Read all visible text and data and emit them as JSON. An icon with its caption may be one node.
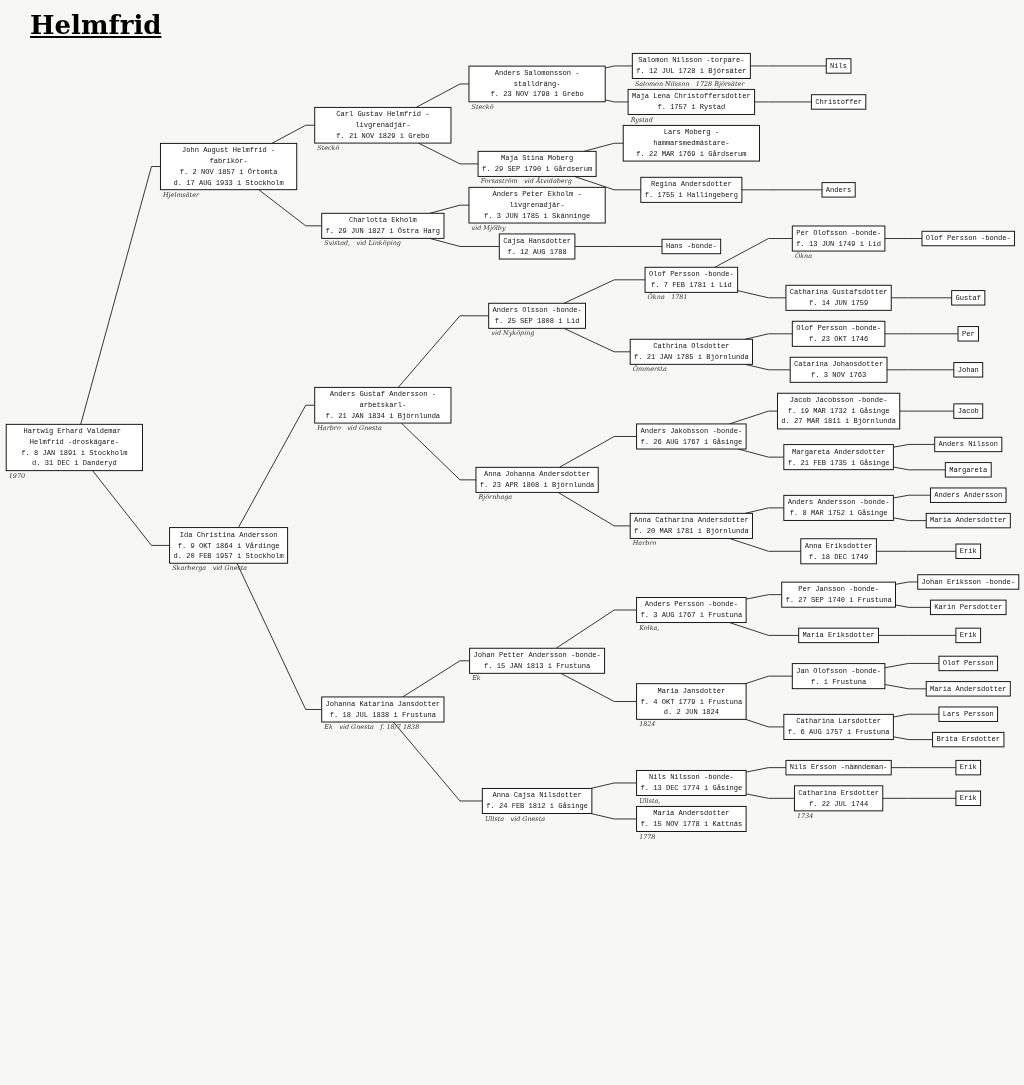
{
  "diagram": {
    "title": "Helmfrid",
    "nodes": [
      {
        "text": [
          "Hartwig Erhard Valdemar Helmfrid -droskägare-",
          "f. 8 JAN 1891 i Stockholm",
          "d. 31 DEC i Danderyd"
        ],
        "beside": [
          "1970"
        ]
      },
      {
        "text": [
          "John August Helmfrid -fabrikör-",
          "f. 2 NOV 1857 i Örtomta",
          "d. 17 AUG 1933 i Stockholm"
        ],
        "beside": [
          "Hjelmsäter"
        ]
      },
      {
        "text": [
          "Carl Gustav Helmfrid -livgrenadjär-",
          "f. 21 NOV 1829 i Grebo"
        ],
        "beside": [
          "Steckö"
        ]
      },
      {
        "text": [
          "Anders Salomonsson -stalldräng-",
          "f. 23 NOV 1798 i Grebo"
        ],
        "beside": [
          "Steckö"
        ]
      },
      {
        "text": [
          "Salomon Nilsson -torpare-",
          "f. 12 JUL 1728 i Björsäter"
        ],
        "beside": [
          "Salomon Nilsson",
          "1728 Björsäter"
        ]
      },
      {
        "text": [
          "Nils"
        ]
      },
      {
        "text": [
          "Maja Lena Christoffersdotter",
          "f. 1757 i Rystad"
        ],
        "beside": [
          "Rystad"
        ]
      },
      {
        "text": [
          "Christoffer"
        ]
      },
      {
        "text": [
          "Maja Stina Moberg",
          "f. 29 SEP 1790 i Gårdserum"
        ],
        "beside": [
          "Forsaström",
          "vid Åtvidaberg"
        ]
      },
      {
        "text": [
          "Lars Moberg -hammarsmedmästare-",
          "f. 22 MAR 1769 i Gårdserum"
        ]
      },
      {
        "text": [
          "Regina Andersdotter",
          "f. 1755 i Hallingeberg"
        ]
      },
      {
        "text": [
          "Anders"
        ]
      },
      {
        "text": [
          "Charlotta Ekholm",
          "f. 29 JUN 1827 i Östra Harg"
        ],
        "beside": [
          "Svistad,",
          "vid Linköping"
        ]
      },
      {
        "text": [
          "Anders Peter Ekholm -livgrenadjär-",
          "f. 3 JUN 1785 i Skänninge"
        ],
        "beside": [
          "vid Mjölby"
        ]
      },
      {
        "text": [
          "Cajsa Hansdotter",
          "f. 12 AUG 1788"
        ]
      },
      {
        "text": [
          "Hans -bonde-"
        ]
      },
      {
        "text": [
          "Ida Christina Andersson",
          "f. 9 OKT 1864 i Vårdinge",
          "d. 20 FEB 1957 i Stockholm"
        ],
        "beside": [
          "Skarberga",
          "vid Gnesta"
        ]
      },
      {
        "text": [
          "Anders Gustaf Andersson -arbetskarl-",
          "f. 21 JAN 1834 i Björnlunda"
        ],
        "beside": [
          "Harbro",
          "vid Gnesta"
        ]
      },
      {
        "text": [
          "Anders Olsson -bonde-",
          "f. 25 SEP 1808 i Lid"
        ],
        "beside": [
          "vid Nyköping"
        ]
      },
      {
        "text": [
          "Olof Persson -bonde-",
          "f. 7 FEB 1781 i Lid"
        ],
        "beside": [
          "Ökna",
          "1781"
        ]
      },
      {
        "text": [
          "Per Olofsson -bonde-",
          "f. 13 JUN 1749 i Lid"
        ],
        "beside": [
          "Ökna"
        ]
      },
      {
        "text": [
          "Olof Persson -bonde-"
        ]
      },
      {
        "text": [
          "Catharina Gustafsdotter",
          "f. 14 JUN 1759"
        ]
      },
      {
        "text": [
          "Gustaf"
        ]
      },
      {
        "text": [
          "Cathrina Olsdotter",
          "f. 21 JAN 1785 i Björnlunda"
        ],
        "beside": [
          "Ömmersta"
        ]
      },
      {
        "text": [
          "Olof Persson -bonde-",
          "f. 23 OKT 1746"
        ]
      },
      {
        "text": [
          "Per"
        ]
      },
      {
        "text": [
          "Catarina Johansdotter",
          "f. 3 NOV 1763"
        ]
      },
      {
        "text": [
          "Johan"
        ]
      },
      {
        "text": [
          "Anna Johanna Andersdotter",
          "f. 23 APR 1808 i Björnlunda"
        ],
        "beside": [
          "Björnhaga"
        ]
      },
      {
        "text": [
          "Anders Jakobsson -bonde-",
          "f. 26 AUG 1767 i Gåsinge"
        ]
      },
      {
        "text": [
          "Jacob Jacobsson -bonde-",
          "f. 19 MAR 1732 i Gåsinge",
          "d. 27 MAR 1811 i Björnlunda"
        ]
      },
      {
        "text": [
          "Jacob"
        ]
      },
      {
        "text": [
          "Margareta Andersdotter",
          "f. 21 FEB 1735 i Gåsinge"
        ]
      },
      {
        "text": [
          "Anders Nilsson"
        ]
      },
      {
        "text": [
          "Margareta"
        ]
      },
      {
        "text": [
          "Anna Catharina Andersdotter",
          "f. 20 MAR 1781 i Björnlunda"
        ],
        "beside": [
          "Harbro"
        ]
      },
      {
        "text": [
          "Anders Andersson -bonde-",
          "f. 8 MAR 1752 i Gåsinge"
        ]
      },
      {
        "text": [
          "Anders Andersson"
        ]
      },
      {
        "text": [
          "Maria Andersdotter"
        ]
      },
      {
        "text": [
          "Anna Eriksdotter",
          "f. 18 DEC 1749"
        ]
      },
      {
        "text": [
          "Erik"
        ]
      },
      {
        "text": [
          "Johanna Katarina Jansdotter",
          "f. 18 JUL 1838 i Frustuna"
        ],
        "beside": [
          "Ek",
          "vid Gnesta",
          "f. 18/7 1838"
        ]
      },
      {
        "text": [
          "Johan Petter Andersson -bonde-",
          "f. 15 JAN 1813 i Frustuna"
        ],
        "beside": [
          "Ek"
        ]
      },
      {
        "text": [
          "Anders Persson -bonde-",
          "f. 3 AUG 1767 i Frustuna"
        ],
        "beside": [
          "Kolka,"
        ]
      },
      {
        "text": [
          "Per Jansson -bonde-",
          "f. 27 SEP 1740 i Frustuna"
        ]
      },
      {
        "text": [
          "Johan Eriksson -bonde-"
        ]
      },
      {
        "text": [
          "Karin Persdotter"
        ]
      },
      {
        "text": [
          "Maria Eriksdotter"
        ]
      },
      {
        "text": [
          "Erik"
        ]
      },
      {
        "text": [
          "Maria Jansdotter",
          "f. 4 OKT 1779 i Frustuna",
          "d. 2 JUN 1824"
        ],
        "beside": [
          "1824"
        ]
      },
      {
        "text": [
          "Jan Olofsson -bonde-",
          "f. i Frustuna"
        ]
      },
      {
        "text": [
          "Olof Persson"
        ]
      },
      {
        "text": [
          "Maria Andersdotter"
        ]
      },
      {
        "text": [
          "Catharina Larsdotter",
          "f. 6 AUG 1757 i Frustuna"
        ]
      },
      {
        "text": [
          "Lars Persson"
        ]
      },
      {
        "text": [
          "Brita Ersdotter"
        ]
      },
      {
        "text": [
          "Anna Cajsa Nilsdotter",
          "f. 24 FEB 1812 i Gåsinge"
        ],
        "beside": [
          "Ullsta",
          "vid Gnesta"
        ]
      },
      {
        "text": [
          "Nils Nilsson -bonde-",
          "f. 13 DEC 1774 i Gåsinge"
        ],
        "beside": [
          "Ullsta,"
        ]
      },
      {
        "text": [
          "Nils Ersson -nämndeman-"
        ]
      },
      {
        "text": [
          "Erik"
        ]
      },
      {
        "text": [
          "Catharina Ersdotter",
          "f. 22 JUL 1744"
        ],
        "beside": [
          "1734"
        ]
      },
      {
        "text": [
          "Erik"
        ]
      },
      {
        "text": [
          "Maria Andersdotter",
          "f. 15 NOV 1778 i Kattnäs"
        ],
        "beside": [
          "1778"
        ]
      }
    ],
    "edges": [
      {
        "from": 0,
        "to": 1,
        "arrow": "none"
      },
      {
        "from": 0,
        "to": 16,
        "arrow": "none"
      },
      {
        "from": 1,
        "to": 2,
        "arrow": "none"
      },
      {
        "from": 1,
        "to": 12,
        "arrow": "none"
      },
      {
        "from": 2,
        "to": 3,
        "arrow": "none"
      },
      {
        "from": 2,
        "to": 8,
        "arrow": "none"
      },
      {
        "from": 3,
        "to": 4,
        "arrow": "none"
      },
      {
        "from": 3,
        "to": 6,
        "arrow": "none"
      },
      {
        "from": 4,
        "to": 5,
        "arrow": "none"
      },
      {
        "from": 6,
        "to": 7,
        "arrow": "none"
      },
      {
        "from": 8,
        "to": 9,
        "arrow": "none"
      },
      {
        "from": 8,
        "to": 10,
        "arrow": "none"
      },
      {
        "from": 10,
        "to": 11,
        "arrow": "none"
      },
      {
        "from": 12,
        "to": 13,
        "arrow": "none"
      },
      {
        "from": 12,
        "to": 14,
        "arrow": "none"
      },
      {
        "from": 14,
        "to": 15,
        "arrow": "none"
      },
      {
        "from": 16,
        "to": 17,
        "arrow": "none"
      },
      {
        "from": 16,
        "to": 42,
        "arrow": "none"
      },
      {
        "from": 17,
        "to": 18,
        "arrow": "none"
      },
      {
        "from": 17,
        "to": 29,
        "arrow": "none"
      },
      {
        "from": 18,
        "to": 19,
        "arrow": "none"
      },
      {
        "from": 18,
        "to": 24,
        "arrow": "none"
      },
      {
        "from": 19,
        "to": 20,
        "arrow": "none"
      },
      {
        "from": 19,
        "to": 22,
        "arrow": "none"
      },
      {
        "from": 20,
        "to": 21,
        "arrow": "none"
      },
      {
        "from": 22,
        "to": 23,
        "arrow": "none"
      },
      {
        "from": 24,
        "to": 25,
        "arrow": "none"
      },
      {
        "from": 24,
        "to": 27,
        "arrow": "none"
      },
      {
        "from": 25,
        "to": 26,
        "arrow": "none"
      },
      {
        "from": 27,
        "to": 28,
        "arrow": "none"
      },
      {
        "from": 29,
        "to": 30,
        "arrow": "none"
      },
      {
        "from": 29,
        "to": 36,
        "arrow": "none"
      },
      {
        "from": 30,
        "to": 31,
        "arrow": "none"
      },
      {
        "from": 30,
        "to": 33,
        "arrow": "none"
      },
      {
        "from": 31,
        "to": 32,
        "arrow": "none"
      },
      {
        "from": 33,
        "to": 34,
        "arrow": "none"
      },
      {
        "from": 33,
        "to": 35,
        "arrow": "none"
      },
      {
        "from": 36,
        "to": 37,
        "arrow": "none"
      },
      {
        "from": 36,
        "to": 40,
        "arrow": "none"
      },
      {
        "from": 37,
        "to": 38,
        "arrow": "none"
      },
      {
        "from": 37,
        "to": 39,
        "arrow": "none"
      },
      {
        "from": 40,
        "to": 41,
        "arrow": "none"
      },
      {
        "from": 42,
        "to": 43,
        "arrow": "none"
      },
      {
        "from": 42,
        "to": 57,
        "arrow": "none"
      },
      {
        "from": 43,
        "to": 44,
        "arrow": "none"
      },
      {
        "from": 43,
        "to": 50,
        "arrow": "none"
      },
      {
        "from": 44,
        "to": 45,
        "arrow": "none"
      },
      {
        "from": 44,
        "to": 48,
        "arrow": "none"
      },
      {
        "from": 45,
        "to": 46,
        "arrow": "none"
      },
      {
        "from": 45,
        "to": 47,
        "arrow": "none"
      },
      {
        "from": 48,
        "to": 49,
        "arrow": "none"
      },
      {
        "from": 50,
        "to": 51,
        "arrow": "none"
      },
      {
        "from": 50,
        "to": 54,
        "arrow": "none"
      },
      {
        "from": 51,
        "to": 52,
        "arrow": "none"
      },
      {
        "from": 51,
        "to": 53,
        "arrow": "none"
      },
      {
        "from": 54,
        "to": 55,
        "arrow": "none"
      },
      {
        "from": 54,
        "to": 56,
        "arrow": "none"
      },
      {
        "from": 57,
        "to": 58,
        "arrow": "none"
      },
      {
        "from": 57,
        "to": 63,
        "arrow": "none"
      },
      {
        "from": 58,
        "to": 59,
        "arrow": "none"
      },
      {
        "from": 58,
        "to": 61,
        "arrow": "none"
      },
      {
        "from": 59,
        "to": 60,
        "arrow": "none"
      },
      {
        "from": 61,
        "to": 62,
        "arrow": "none"
      }
    ]
  }
}
